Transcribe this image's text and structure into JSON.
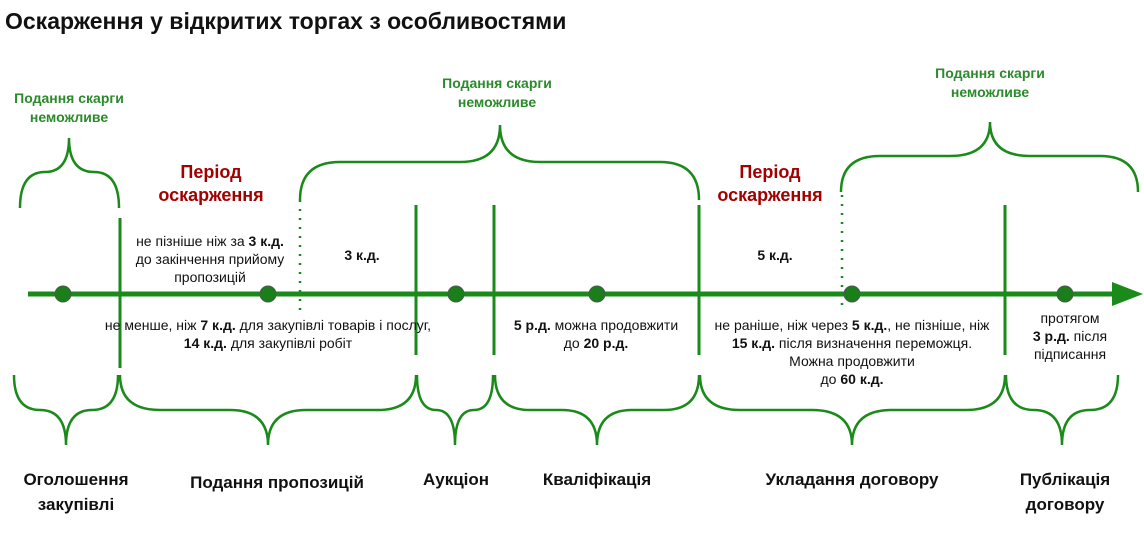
{
  "title": "Оскарження у відкритих торгах з особливостями",
  "no_complaint_label": "Подання скарги неможливе",
  "appeal_period_label": "Період оскарження",
  "above_axis": {
    "appeal1": {
      "pre": "не пізніше ніж за ",
      "bold": "3 к.д.",
      "post": "до закінчення прийому пропозицій"
    },
    "gap1": "3 к.д.",
    "appeal2": "5 к.д."
  },
  "below_axis": {
    "proposals": {
      "pre": "не менше, ніж ",
      "bold1": "7 к.д.",
      "mid": " для закупівлі товарів і послуг,",
      "bold2": "14 к.д.",
      "post": " для закупівлі робіт"
    },
    "qualification": {
      "bold1": "5 р.д.",
      "mid": " можна продовжити",
      "pre2": "до ",
      "bold2": "20 р.д."
    },
    "contract": {
      "pre": "не раніше, ніж через ",
      "bold1": "5 к.д.",
      "mid1": ", не пізніше, ніж ",
      "bold2": "15 к.д.",
      "mid2": " після визначення переможця. Можна продовжити",
      "pre3": "до ",
      "bold3": "60 к.д."
    },
    "publication": {
      "pre": "протягом",
      "bold": "3 р.д.",
      "post": " після підписання"
    }
  },
  "stages": [
    "Оголошення закупівлі",
    "Подання пропозицій",
    "Аукціон",
    "Кваліфікація",
    "Укладання договору",
    "Публікація договору"
  ],
  "colors": {
    "green": "#1a8a1a",
    "text_green": "#2b8a2b",
    "red": "#a30000"
  }
}
